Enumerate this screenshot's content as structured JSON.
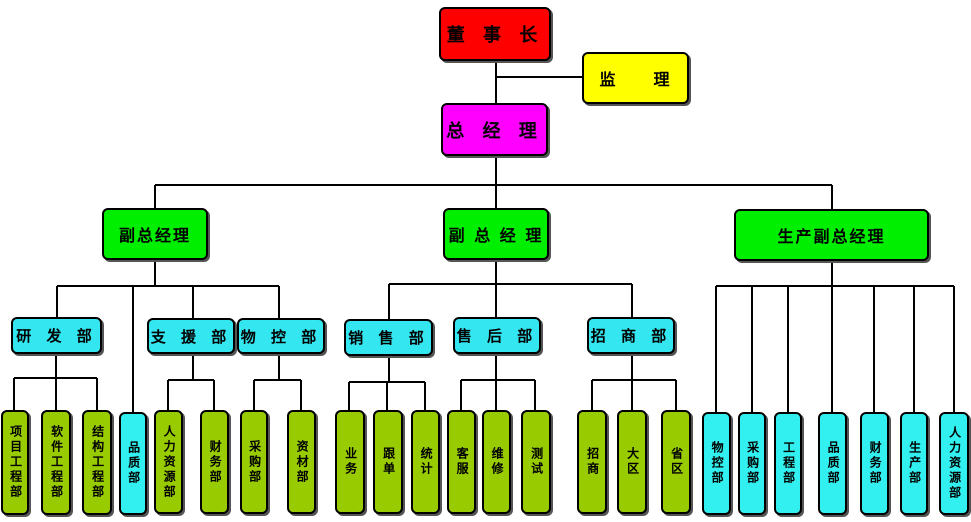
{
  "colors": {
    "top": "#ff0000",
    "supervisor": "#ffff00",
    "gm": "#ff00ff",
    "vice": "#00ee00",
    "dept": "#33e6f0",
    "leaf_green": "#99cc00",
    "leaf_cyan": "#33f0f0"
  },
  "nodes": {
    "chairman": "董 事 长",
    "supervisor": "监　　理",
    "gm": "总 经 理",
    "vp1": "副总经理",
    "vp2": "副 总 经 理",
    "vp3": "生产副总经理",
    "d_rnd": "研 发 部",
    "d_support": "支 援 部",
    "d_material": "物 控 部",
    "d_sales": "销 售 部",
    "d_aftersales": "售 后 部",
    "d_invest": "招 商 部",
    "l_proj": "项目工程部",
    "l_soft": "软件工程部",
    "l_struct": "结构工程部",
    "l_quality1": "品质部",
    "l_hr1": "人力资源部",
    "l_fin1": "财务部",
    "l_purchase1": "采购部",
    "l_materials": "资材部",
    "l_business": "业务",
    "l_follow": "跟单",
    "l_stats": "统计",
    "l_service": "客服",
    "l_repair": "维修",
    "l_test": "测试",
    "l_invest": "招商",
    "l_region": "大区",
    "l_province": "省区",
    "l_pmc": "物控部",
    "l_purchase2": "采购部",
    "l_eng": "工程部",
    "l_quality2": "品质部",
    "l_fin2": "财务部",
    "l_prod": "生产部",
    "l_hr2": "人力资源部"
  }
}
